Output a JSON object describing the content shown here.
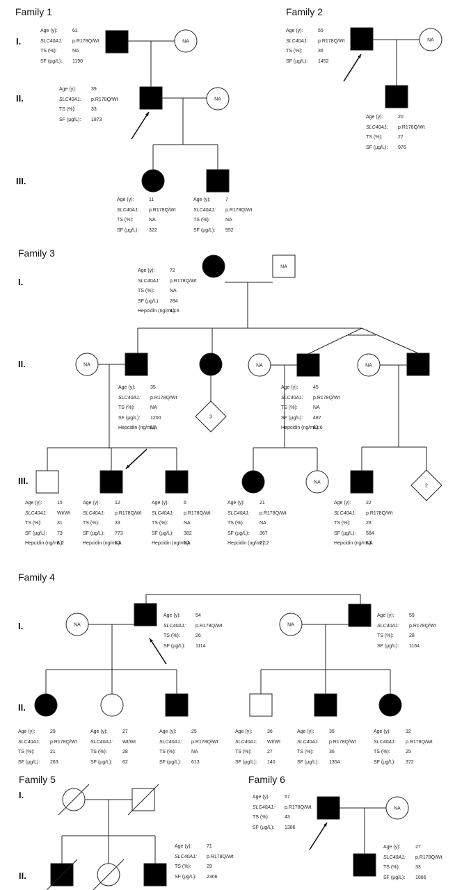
{
  "labels": {
    "age": "Age (y):",
    "gene": "SLC40A1:",
    "ts": "TS (%):",
    "sf": "SF (µg/L):",
    "hepcidin": "Hepcidin (ng/mL):",
    "not_available": "NA"
  },
  "generations": [
    "I.",
    "II.",
    "III."
  ],
  "families": [
    {
      "title": "Family 1",
      "members": [
        {
          "id": "F1-I-1",
          "sex": "male",
          "affected": true,
          "proband": false,
          "age": "61",
          "gene": "p.R178Q/Wt",
          "ts": "NA",
          "sf": "1190"
        },
        {
          "id": "F1-I-2",
          "sex": "female",
          "affected": false,
          "label": "NA"
        },
        {
          "id": "F1-II-1",
          "sex": "male",
          "affected": true,
          "proband": true,
          "age": "39",
          "gene": "p.R178Q/Wt",
          "ts": "33",
          "sf": "1873"
        },
        {
          "id": "F1-II-2",
          "sex": "female",
          "affected": false,
          "label": "NA"
        },
        {
          "id": "F1-III-1",
          "sex": "female",
          "affected": true,
          "age": "11",
          "gene": "p.R178Q/Wt",
          "ts": "NA",
          "sf": "322"
        },
        {
          "id": "F1-III-2",
          "sex": "male",
          "affected": true,
          "age": "7",
          "gene": "p.R178Q/Wt",
          "ts": "NA",
          "sf": "552"
        }
      ]
    },
    {
      "title": "Family 2",
      "members": [
        {
          "id": "F2-I-1",
          "sex": "male",
          "affected": true,
          "proband": true,
          "age": "55",
          "gene": "p.R178Q/Wt",
          "ts": "36",
          "sf": "1452"
        },
        {
          "id": "F2-I-2",
          "sex": "female",
          "affected": false,
          "label": "NA"
        },
        {
          "id": "F2-II-1",
          "sex": "male",
          "affected": true,
          "age": "20",
          "gene": "p.R178Q/Wt",
          "ts": "27",
          "sf": "976"
        }
      ]
    },
    {
      "title": "Family 3",
      "members": [
        {
          "id": "F3-I-1",
          "sex": "female",
          "affected": true,
          "age": "72",
          "gene": "p.R178Q/Wt",
          "ts": "NA",
          "sf": "284",
          "hepcidin": "41.6"
        },
        {
          "id": "F3-I-2",
          "sex": "male",
          "affected": false,
          "label": "NA"
        },
        {
          "id": "F3-II-1",
          "sex": "female",
          "affected": false,
          "label": "NA"
        },
        {
          "id": "F3-II-2",
          "sex": "male",
          "affected": true,
          "age": "35",
          "gene": "p.R178Q/Wt",
          "ts": "NA",
          "sf": "1200",
          "hepcidin": "NA"
        },
        {
          "id": "F3-II-3",
          "sex": "female",
          "affected": true
        },
        {
          "id": "F3-II-3-offspring",
          "sex": "unknown",
          "count": "3"
        },
        {
          "id": "F3-II-4",
          "sex": "female",
          "affected": false,
          "label": "NA"
        },
        {
          "id": "F3-II-5",
          "sex": "male",
          "affected": true,
          "twin": true,
          "age": "45",
          "gene": "p.R178Q/Wt",
          "ts": "NA",
          "sf": "487",
          "hepcidin": "83.6"
        },
        {
          "id": "F3-II-6",
          "sex": "female",
          "affected": false,
          "label": "NA"
        },
        {
          "id": "F3-II-7",
          "sex": "male",
          "affected": true,
          "twin": true
        },
        {
          "id": "F3-III-1",
          "sex": "male",
          "affected": false,
          "age": "15",
          "gene": "Wt/Wt",
          "ts": "31",
          "sf": "73",
          "hepcidin": "8.2"
        },
        {
          "id": "F3-III-2",
          "sex": "male",
          "affected": true,
          "proband": true,
          "age": "12",
          "gene": "p.R178Q/Wt",
          "ts": "33",
          "sf": "773",
          "hepcidin": "NA"
        },
        {
          "id": "F3-III-3",
          "sex": "male",
          "affected": true,
          "age": "6",
          "gene": "p.R178Q/Wt",
          "ts": "NA",
          "sf": "382",
          "hepcidin": "NA"
        },
        {
          "id": "F3-III-4",
          "sex": "female",
          "affected": true,
          "age": "21",
          "gene": "p.R178Q/Wt",
          "ts": "NA",
          "sf": "367",
          "hepcidin": "27.2"
        },
        {
          "id": "F3-III-5",
          "sex": "female",
          "affected": false,
          "label": "NA"
        },
        {
          "id": "F3-III-6",
          "sex": "male",
          "affected": true,
          "age": "22",
          "gene": "p.R178Q/Wt",
          "ts": "28",
          "sf": "584",
          "hepcidin": "NA"
        },
        {
          "id": "F3-III-7",
          "sex": "unknown",
          "count": "2"
        }
      ]
    },
    {
      "title": "Family 4",
      "members": [
        {
          "id": "F4-I-1",
          "sex": "female",
          "affected": false,
          "label": "NA"
        },
        {
          "id": "F4-I-2",
          "sex": "male",
          "affected": true,
          "proband": true,
          "age": "54",
          "gene": "p.R178Q/Wt",
          "ts": "26",
          "sf": "1114"
        },
        {
          "id": "F4-I-3",
          "sex": "female",
          "affected": false,
          "label": "NA"
        },
        {
          "id": "F4-I-4",
          "sex": "male",
          "affected": true,
          "age": "59",
          "gene": "p.R178Q/Wt",
          "ts": "28",
          "sf": "1164"
        },
        {
          "id": "F4-II-1",
          "sex": "female",
          "affected": true,
          "age": "29",
          "gene": "p.R178Q/Wt",
          "ts": "21",
          "sf": "263"
        },
        {
          "id": "F4-II-2",
          "sex": "female",
          "affected": false,
          "age": "27",
          "gene": "Wt/Wt",
          "ts": "28",
          "sf": "62"
        },
        {
          "id": "F4-II-3",
          "sex": "male",
          "affected": true,
          "age": "25",
          "gene": "p.R178Q/Wt",
          "ts": "NA",
          "sf": "613"
        },
        {
          "id": "F4-II-4",
          "sex": "male",
          "affected": false,
          "age": "36",
          "gene": "Wt/Wt",
          "ts": "27",
          "sf": "140"
        },
        {
          "id": "F4-II-5",
          "sex": "male",
          "affected": true,
          "age": "35",
          "gene": "p.R178Q/Wt",
          "ts": "36",
          "sf": "1354"
        },
        {
          "id": "F4-II-6",
          "sex": "female",
          "affected": true,
          "age": "32",
          "gene": "p.R178Q/Wt",
          "ts": "25",
          "sf": "372"
        }
      ]
    },
    {
      "title": "Family 5",
      "members": [
        {
          "id": "F5-I-1",
          "sex": "female",
          "affected": false,
          "deceased": true
        },
        {
          "id": "F5-I-2",
          "sex": "male",
          "affected": false,
          "deceased": true
        },
        {
          "id": "F5-II-1",
          "sex": "male",
          "affected": true,
          "deceased": true
        },
        {
          "id": "F5-II-2",
          "sex": "female",
          "affected": false,
          "deceased": true
        },
        {
          "id": "F5-II-3",
          "sex": "male",
          "affected": true,
          "age": "71",
          "gene": "p.R178Q/Wt",
          "ts": "29",
          "sf": "2306"
        }
      ]
    },
    {
      "title": "Family 6",
      "members": [
        {
          "id": "F6-I-1",
          "sex": "male",
          "affected": true,
          "proband": true,
          "age": "57",
          "gene": "p.R178Q/Wt",
          "ts": "43",
          "sf": "1386"
        },
        {
          "id": "F6-I-2",
          "sex": "female",
          "affected": false,
          "label": "NA"
        },
        {
          "id": "F6-II-1",
          "sex": "male",
          "affected": true,
          "age": "27",
          "gene": "p.R178Q/Wt",
          "ts": "33",
          "sf": "1066"
        }
      ]
    }
  ],
  "colors": {
    "affected": "#000000",
    "unaffected": "#ffffff",
    "line": "#222222"
  }
}
